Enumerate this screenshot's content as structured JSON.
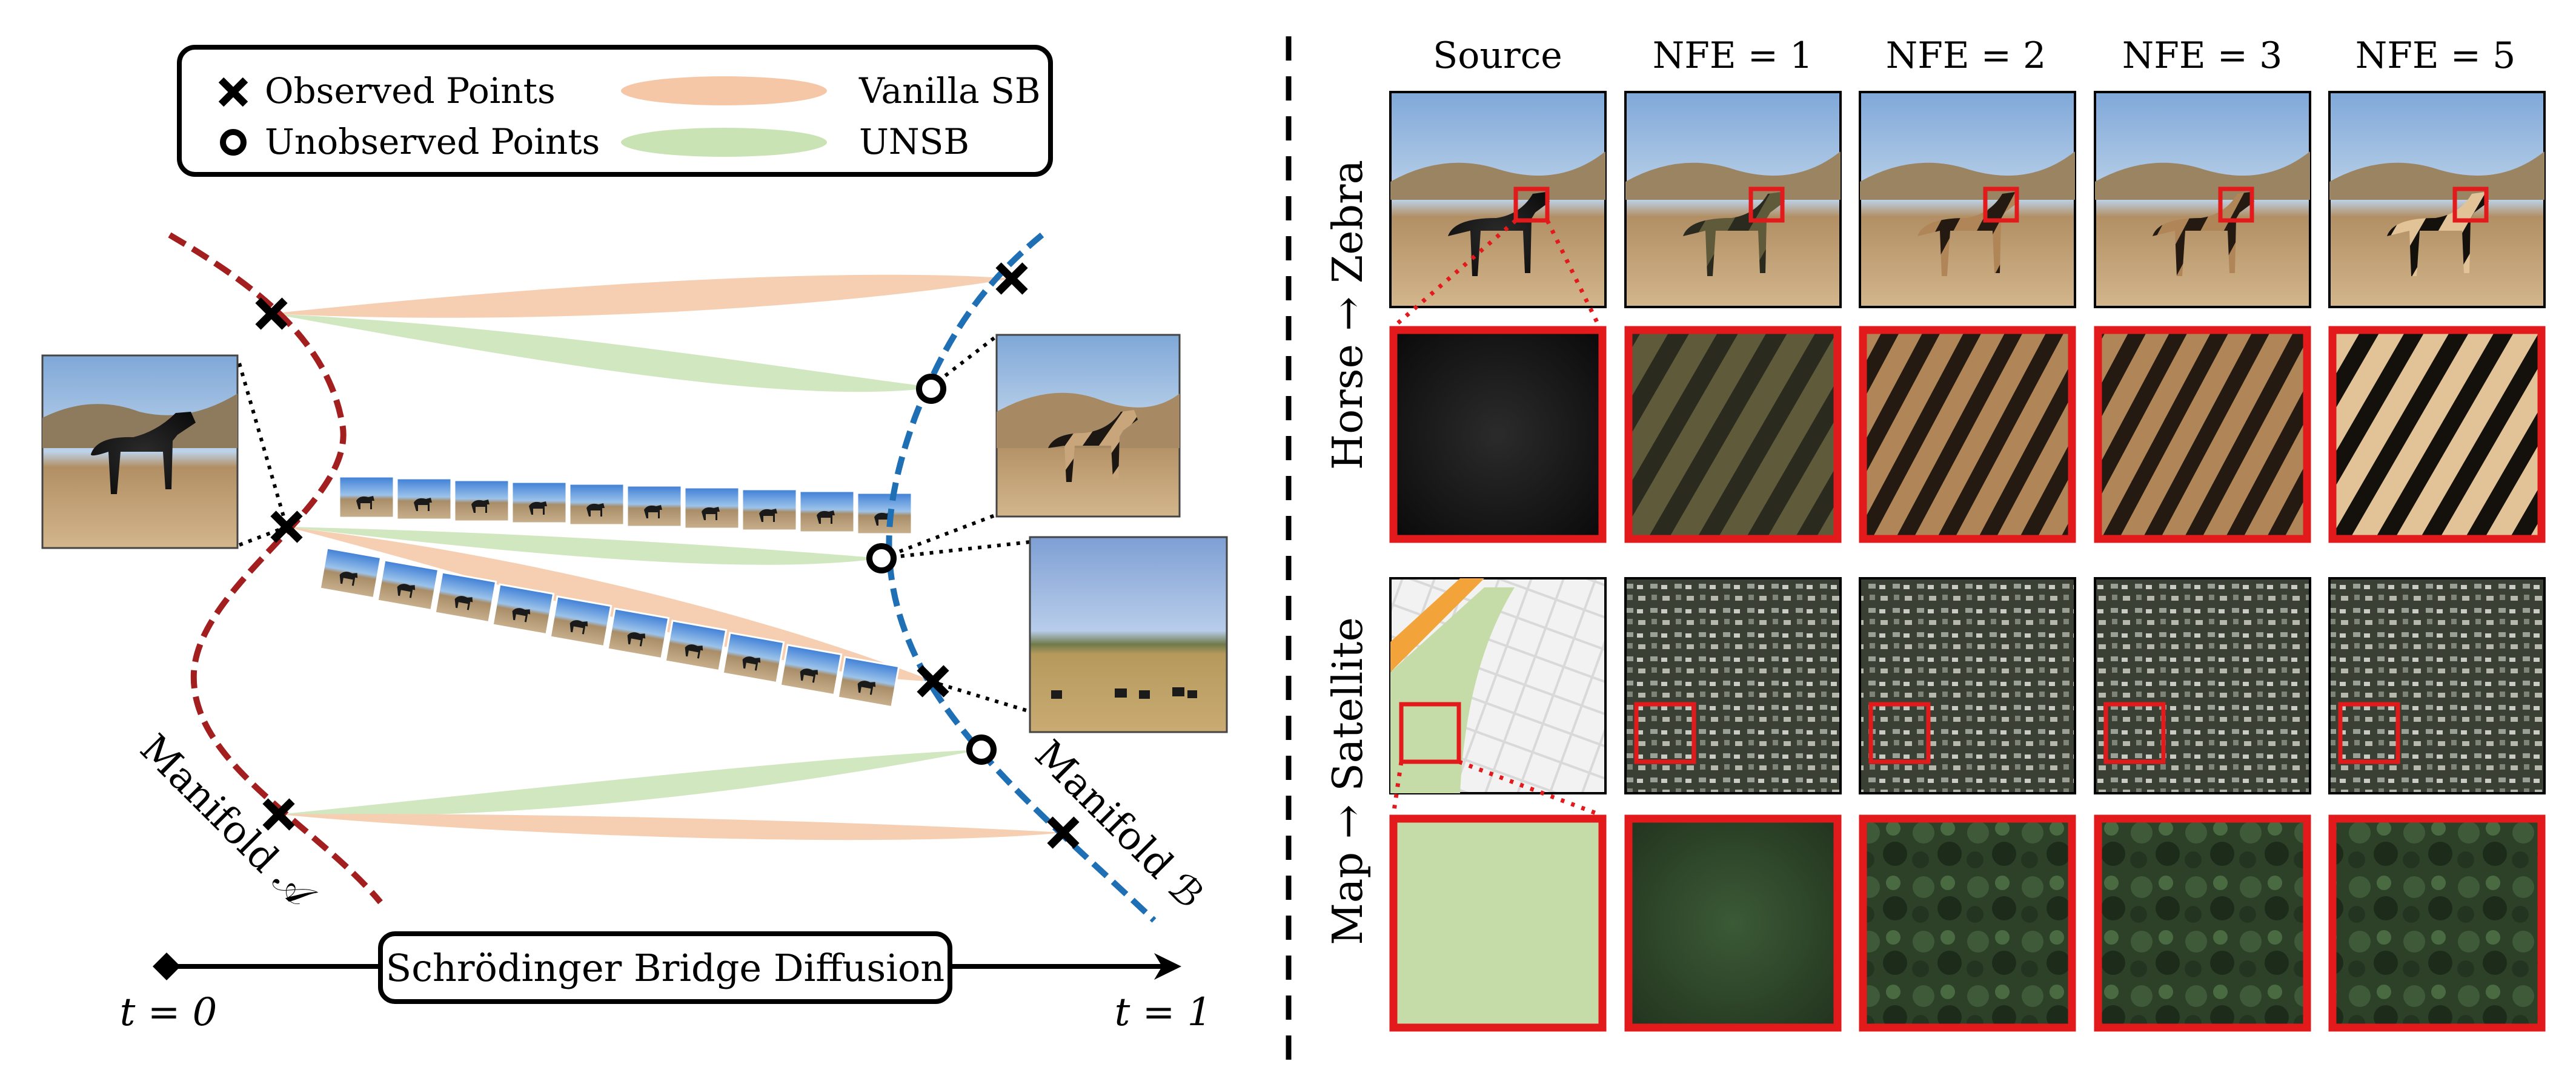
{
  "legend": {
    "observed": "Observed Points",
    "unobserved": "Unobserved Points",
    "vanilla": "Vanilla SB",
    "unsb": "UNSB"
  },
  "manifold_a": "Manifold 𝒜",
  "manifold_b": "Manifold ℬ",
  "timeline": {
    "label": "Schrödinger Bridge Diffusion",
    "t0": "t = 0",
    "t1": "t = 1"
  },
  "grid": {
    "columns": [
      "Source",
      "NFE = 1",
      "NFE = 2",
      "NFE = 3",
      "NFE = 5"
    ],
    "row_labels": [
      "Horse → Zebra",
      "Map → Satellite"
    ]
  },
  "colors": {
    "manifold_a": "#a31f1f",
    "manifold_b": "#1f6fb5",
    "vanilla_band": "#f5c7a6",
    "unsb_band": "#c9e3b5",
    "highlight": "#e31a1c"
  },
  "icons": [
    "x-mark-icon",
    "circle-icon",
    "diamond-icon",
    "arrow-icon"
  ]
}
